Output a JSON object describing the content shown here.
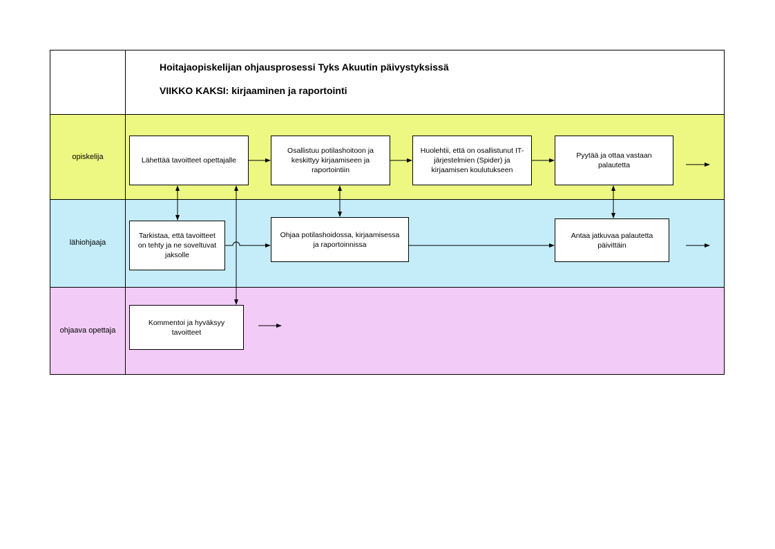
{
  "header": {
    "title": "Hoitajaopiskelijan ohjausprosessi Tyks Akuutin päivystyksissä",
    "subtitle": "VIIKKO KAKSI: kirjaaminen ja raportointi"
  },
  "lanes": {
    "student": "opiskelija",
    "mentor": "lähiohjaaja",
    "teacher": "ohjaava opettaja"
  },
  "boxes": {
    "s1": "Lähettää tavoitteet opettajalle",
    "s2": "Osallistuu potilashoitoon ja keskittyy kirjaamiseen ja raportointiin",
    "s3": "Huolehtii, että on osallistunut IT-järjestelmien (Spider) ja kirjaamisen koulutukseen",
    "s4": "Pyytää ja ottaa vastaan palautetta",
    "m1": "Tarkistaa, että tavoitteet on tehty ja ne soveltuvat jaksolle",
    "m2": "Ohjaa potilashoidossa, kirjaamisessa ja raportoinnissa",
    "m3": "Antaa jatkuvaa palautetta päivittäin",
    "t1": "Kommentoi ja hyväksyy tavoitteet"
  }
}
